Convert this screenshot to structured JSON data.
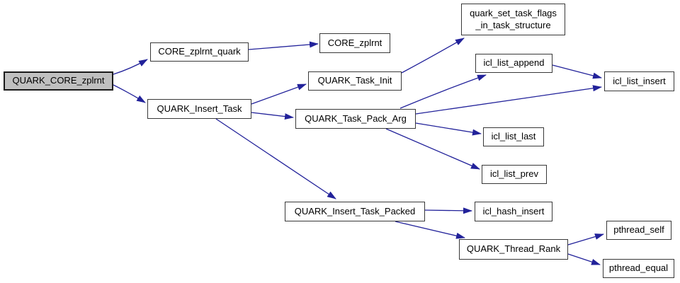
{
  "colors": {
    "bg": "#ffffff",
    "edge": "#22229a",
    "node-fill": "#ffffff",
    "node-border": "#383838",
    "current-fill": "#c0c0c0",
    "current-border": "#1a1a1a",
    "text": "#000000"
  },
  "graph": {
    "type": "call-graph",
    "current_node": "QUARK_CORE_zplrnt",
    "nodes": [
      {
        "id": "QUARK_CORE_zplrnt",
        "label": "QUARK_CORE_zplrnt",
        "highlighted": true
      },
      {
        "id": "CORE_zplrnt_quark",
        "label": "CORE_zplrnt_quark",
        "highlighted": false
      },
      {
        "id": "CORE_zplrnt",
        "label": "CORE_zplrnt",
        "highlighted": false
      },
      {
        "id": "QUARK_Insert_Task",
        "label": "QUARK_Insert_Task",
        "highlighted": false
      },
      {
        "id": "QUARK_Task_Init",
        "label": "QUARK_Task_Init",
        "highlighted": false
      },
      {
        "id": "QUARK_Task_Pack_Arg",
        "label": "QUARK_Task_Pack_Arg",
        "highlighted": false
      },
      {
        "id": "quark_set_task_flags_in_task_structure",
        "label": "quark_set_task_flags\n_in_task_structure",
        "highlighted": false
      },
      {
        "id": "icl_list_append",
        "label": "icl_list_append",
        "highlighted": false
      },
      {
        "id": "icl_list_insert",
        "label": "icl_list_insert",
        "highlighted": false
      },
      {
        "id": "icl_list_last",
        "label": "icl_list_last",
        "highlighted": false
      },
      {
        "id": "icl_list_prev",
        "label": "icl_list_prev",
        "highlighted": false
      },
      {
        "id": "QUARK_Insert_Task_Packed",
        "label": "QUARK_Insert_Task_Packed",
        "highlighted": false
      },
      {
        "id": "icl_hash_insert",
        "label": "icl_hash_insert",
        "highlighted": false
      },
      {
        "id": "QUARK_Thread_Rank",
        "label": "QUARK_Thread_Rank",
        "highlighted": false
      },
      {
        "id": "pthread_self",
        "label": "pthread_self",
        "highlighted": false
      },
      {
        "id": "pthread_equal",
        "label": "pthread_equal",
        "highlighted": false
      }
    ],
    "edges": [
      {
        "from": "QUARK_CORE_zplrnt",
        "to": "CORE_zplrnt_quark"
      },
      {
        "from": "QUARK_CORE_zplrnt",
        "to": "QUARK_Insert_Task"
      },
      {
        "from": "CORE_zplrnt_quark",
        "to": "CORE_zplrnt"
      },
      {
        "from": "QUARK_Insert_Task",
        "to": "QUARK_Task_Init"
      },
      {
        "from": "QUARK_Insert_Task",
        "to": "QUARK_Task_Pack_Arg"
      },
      {
        "from": "QUARK_Insert_Task",
        "to": "QUARK_Insert_Task_Packed"
      },
      {
        "from": "QUARK_Task_Init",
        "to": "quark_set_task_flags_in_task_structure"
      },
      {
        "from": "QUARK_Task_Pack_Arg",
        "to": "icl_list_append"
      },
      {
        "from": "QUARK_Task_Pack_Arg",
        "to": "icl_list_insert"
      },
      {
        "from": "QUARK_Task_Pack_Arg",
        "to": "icl_list_last"
      },
      {
        "from": "QUARK_Task_Pack_Arg",
        "to": "icl_list_prev"
      },
      {
        "from": "icl_list_append",
        "to": "icl_list_insert"
      },
      {
        "from": "QUARK_Insert_Task_Packed",
        "to": "icl_hash_insert"
      },
      {
        "from": "QUARK_Insert_Task_Packed",
        "to": "QUARK_Thread_Rank"
      },
      {
        "from": "QUARK_Thread_Rank",
        "to": "pthread_self"
      },
      {
        "from": "QUARK_Thread_Rank",
        "to": "pthread_equal"
      }
    ]
  }
}
